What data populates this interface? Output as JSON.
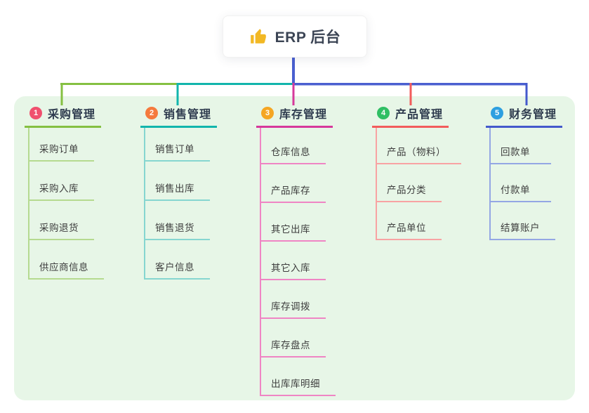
{
  "root": {
    "title": "ERP 后台",
    "icon": "thumbs-up-icon",
    "icon_color": "#f2b824"
  },
  "connector": {
    "stem_color": "#4a5fd0"
  },
  "panel": {
    "background": "#e7f6e7"
  },
  "branches": [
    {
      "number": "1",
      "label": "采购管理",
      "badge_color": "#f0506e",
      "line_color": "#85c042",
      "sub_line_color": "#b5da90",
      "items": [
        "采购订单",
        "采购入库",
        "采购退货",
        "供应商信息"
      ]
    },
    {
      "number": "2",
      "label": "销售管理",
      "badge_color": "#f57a3d",
      "line_color": "#12b5ac",
      "sub_line_color": "#86d6d0",
      "items": [
        "销售订单",
        "销售出库",
        "销售退货",
        "客户信息"
      ]
    },
    {
      "number": "3",
      "label": "库存管理",
      "badge_color": "#f5a623",
      "line_color": "#d6399b",
      "sub_line_color": "#ef85c4",
      "items": [
        "仓库信息",
        "产品库存",
        "其它出库",
        "其它入库",
        "库存调拨",
        "库存盘点",
        "出库库明细"
      ]
    },
    {
      "number": "4",
      "label": "产品管理",
      "badge_color": "#2fbf64",
      "line_color": "#f25c5c",
      "sub_line_color": "#f8a3a3",
      "items": [
        "产品（物料）",
        "产品分类",
        "产品单位"
      ]
    },
    {
      "number": "5",
      "label": "财务管理",
      "badge_color": "#2d9fe0",
      "line_color": "#4459cc",
      "sub_line_color": "#94a7e4",
      "items": [
        "回款单",
        "付款单",
        "结算账户"
      ]
    }
  ]
}
